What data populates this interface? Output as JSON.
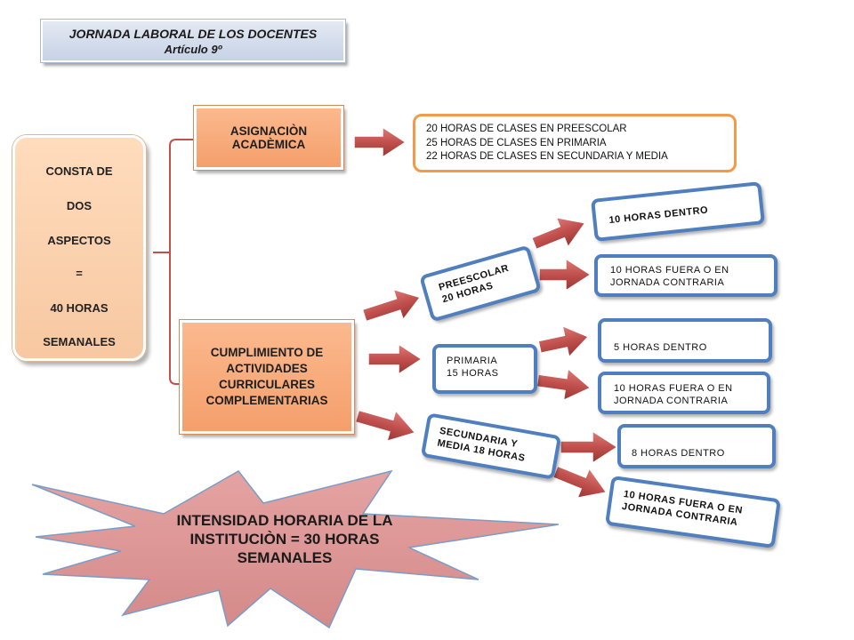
{
  "title": {
    "line1": "JORNADA LABORAL DE LOS DOCENTES",
    "line2": "Artículo  9º"
  },
  "left_box": {
    "lines": [
      "CONSTA DE",
      "DOS",
      "ASPECTOS",
      "=",
      "40 HORAS",
      "SEMANALES"
    ]
  },
  "asignacion": {
    "line1": "ASIGNACIÒN",
    "line2": "ACADÈMICA"
  },
  "clases": {
    "line1": "20 HORAS DE CLASES EN PREESCOLAR",
    "line2": "25 HORAS DE CLASES EN PRIMARIA",
    "line3": "22 HORAS DE CLASES EN SECUNDARIA  Y MEDIA"
  },
  "cumplimiento": {
    "line1": "CUMPLIMIENTO DE",
    "line2": "ACTIVIDADES",
    "line3": "CURRICULARES",
    "line4": "COMPLEMENTARIAS"
  },
  "preescolar": {
    "line1": "PREESCOLAR",
    "line2": "20 HORAS"
  },
  "preescolar_dentro": "10 HORAS  DENTRO",
  "preescolar_fuera": {
    "line1": "10 HORAS  FUERA  O  EN",
    "line2": "JORNADA  CONTRARIA"
  },
  "primaria": {
    "line1": "PRIMARIA",
    "line2": "15 HORAS"
  },
  "primaria_dentro": "5 HORAS  DENTRO",
  "primaria_fuera": {
    "line1": "10 HORAS  FUERA  O  EN",
    "line2": "JORNADA  CONTRARIA"
  },
  "secundaria": {
    "line1": "SECUNDARIA  Y",
    "line2": "MEDIA  18 HORAS"
  },
  "secundaria_dentro": "8 HORAS  DENTRO",
  "secundaria_fuera": {
    "line1": "10 HORAS  FUERA  O  EN",
    "line2": "JORNADA  CONTRARIA"
  },
  "intensidad": {
    "line1": "INTENSIDAD HORARIA DE LA",
    "line2": "INSTITUCIÒN  =  30 HORAS",
    "line3": "SEMANALES"
  },
  "colors": {
    "arrow": "#c0504d",
    "connector": "#c0504d",
    "blue_border": "#4f7fbf",
    "orange_border": "#f39a4a",
    "peach": "#f9b184",
    "starburst": "#d99594"
  }
}
